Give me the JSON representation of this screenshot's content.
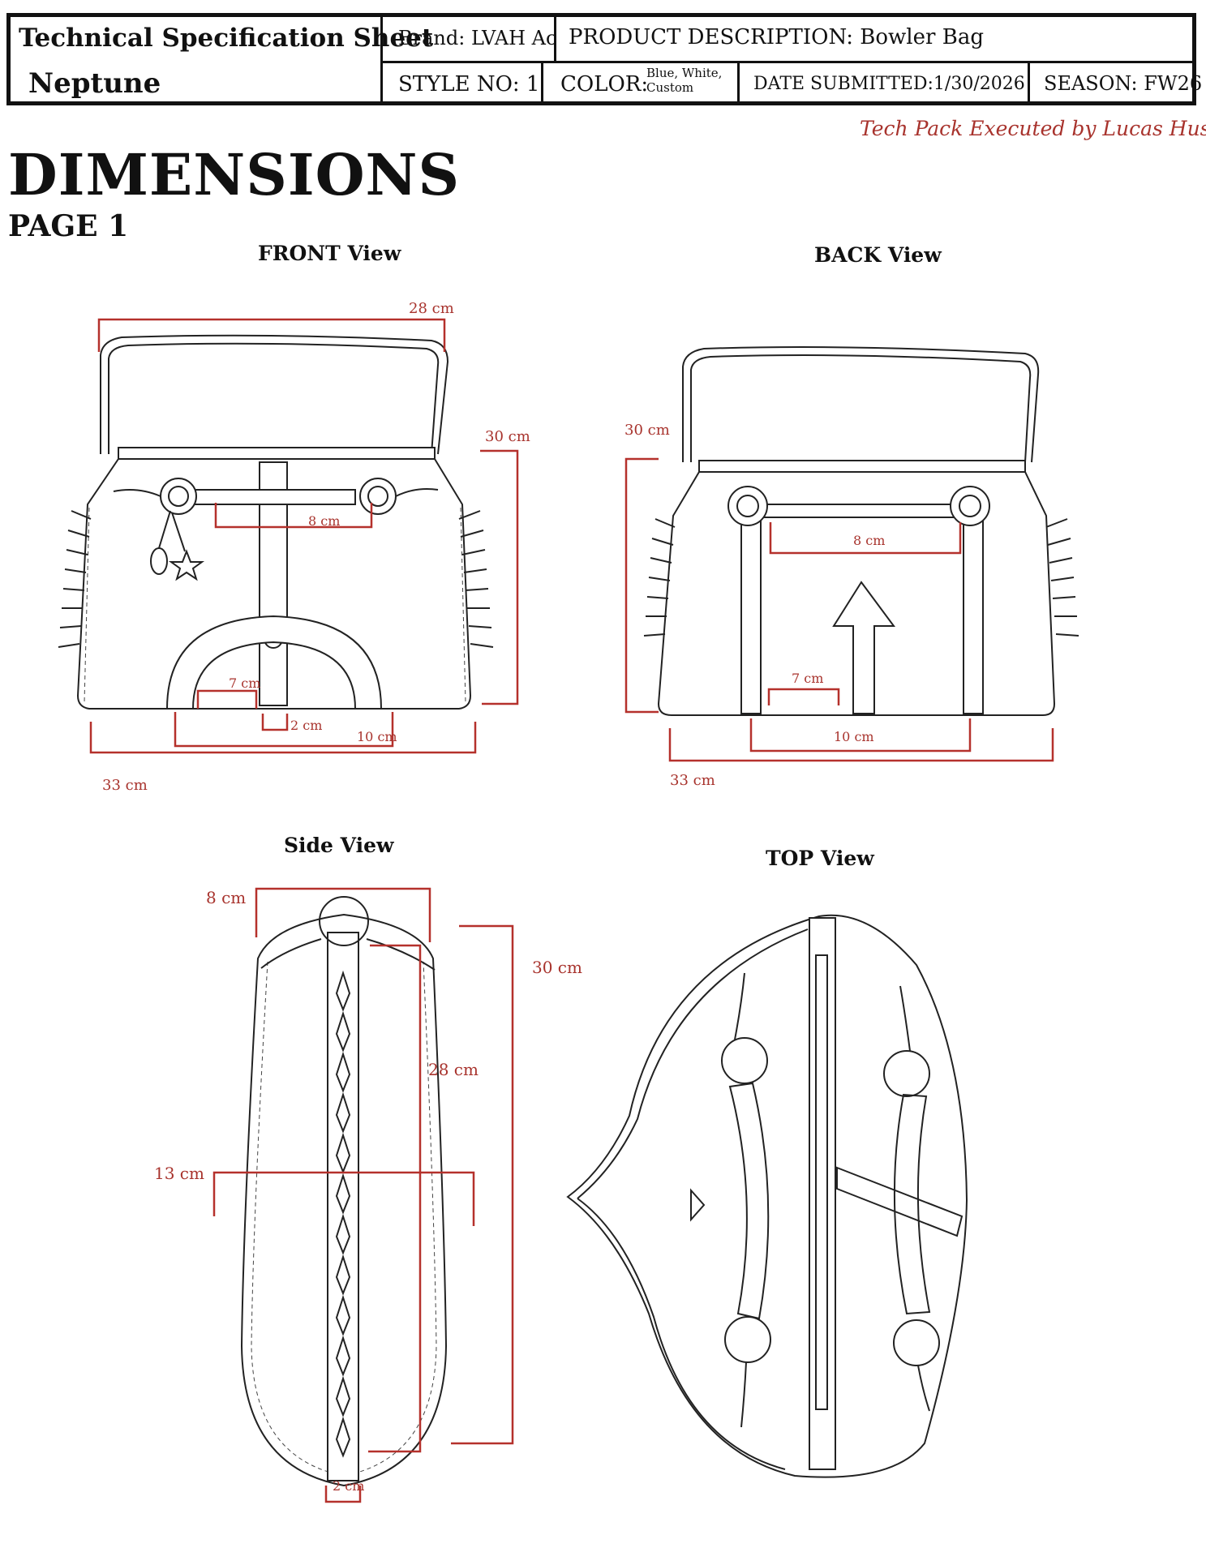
{
  "header": {
    "sheet_title": "Technical Specification Sheet",
    "style_name": "Neptune",
    "brand": "Brand: LVAH Acce",
    "product_description_label": "PRODUCT DESCRIPTION:",
    "product_description": "Bowler Bag",
    "style_no": "STYLE NO: 1",
    "color_label": "COLOR:",
    "color_value_line1": "Blue, White,",
    "color_value_line2": "Custom",
    "date_submitted": "DATE SUBMITTED:1/30/2026",
    "season": "SEASON: FW26"
  },
  "credit": "Tech Pack Executed by Lucas Husch",
  "page": {
    "title": "DIMENSIONS",
    "subtitle": "PAGE 1"
  },
  "views": {
    "front": {
      "title": "FRONT View",
      "dims": [
        "28 cm",
        "30 cm",
        "8 cm",
        "7 cm",
        "2 cm",
        "10 cm",
        "33 cm"
      ]
    },
    "back": {
      "title": "BACK View",
      "dims": [
        "30 cm",
        "8 cm",
        "7 cm",
        "10 cm",
        "33 cm"
      ]
    },
    "side": {
      "title": "Side View",
      "dims": [
        "8 cm",
        "30 cm",
        "28 cm",
        "13 cm",
        "2 cm"
      ]
    },
    "top": {
      "title": "TOP View"
    }
  },
  "colors": {
    "ink": "#111111",
    "dimension_red": "#b5312c",
    "credit_red": "#a8332d"
  }
}
